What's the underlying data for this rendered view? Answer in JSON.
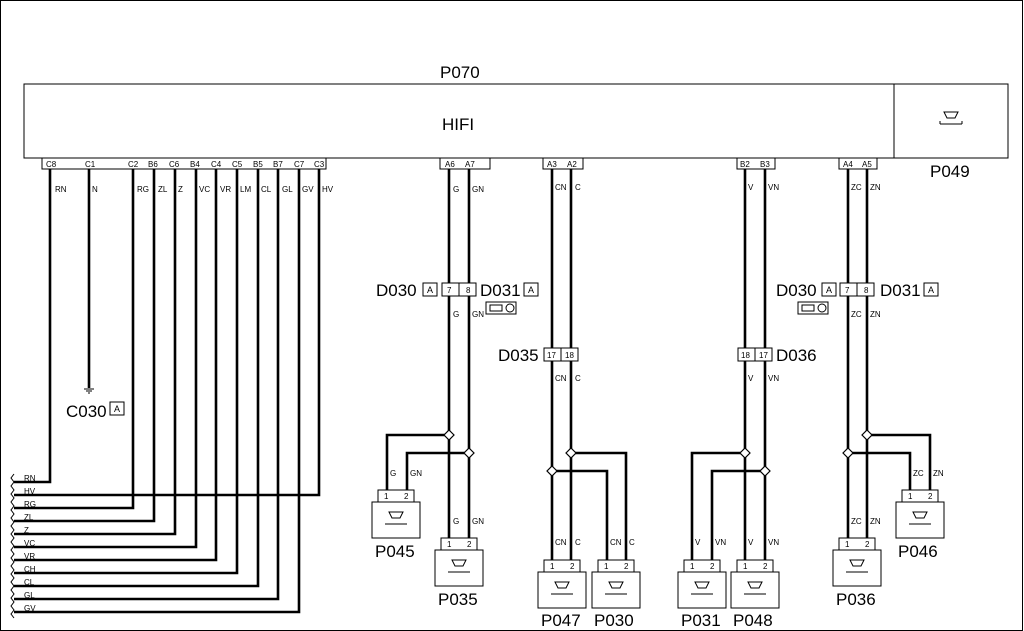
{
  "module": {
    "id": "P070",
    "name": "HIFI",
    "side_id": "P049"
  },
  "module_pins": [
    "C8",
    "C1",
    "C2",
    "B6",
    "C6",
    "B4",
    "C4",
    "C5",
    "B5",
    "B7",
    "C7",
    "C3",
    "A6",
    "A7",
    "A3",
    "A2",
    "B2",
    "B3",
    "A4",
    "A5"
  ],
  "bus_wire_colors": [
    "RN",
    "N",
    "RG",
    "ZL",
    "Z",
    "VC",
    "VR",
    "LM",
    "CL",
    "GL",
    "GV",
    "HV"
  ],
  "harness_colors": [
    "RN",
    "HV",
    "RG",
    "ZL",
    "Z",
    "VC",
    "VR",
    "CH",
    "CL",
    "GL",
    "GV"
  ],
  "ground": {
    "id": "C030",
    "tag": "A"
  },
  "connectors": {
    "d030": "D030",
    "d031": "D031",
    "d035": "D035",
    "d036": "D036",
    "tag": "A",
    "pins_78": [
      "7",
      "8"
    ],
    "pins_1718": [
      "17",
      "18"
    ],
    "pins_1817": [
      "18",
      "17"
    ]
  },
  "wires": {
    "g": "G",
    "gn": "GN",
    "cn": "CN",
    "c": "C",
    "v": "V",
    "vn": "VN",
    "zc": "ZC",
    "zn": "ZN"
  },
  "speaker_pins": [
    "1",
    "2"
  ],
  "speakers": [
    "P045",
    "P035",
    "P047",
    "P030",
    "P031",
    "P048",
    "P036",
    "P046"
  ]
}
